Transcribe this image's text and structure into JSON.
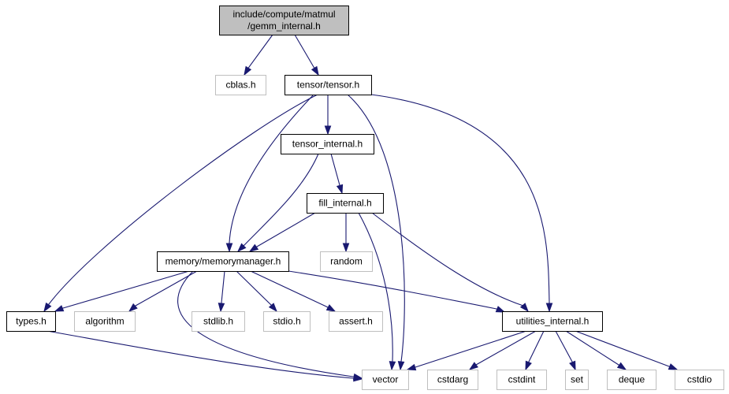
{
  "colors": {
    "edge": "#191970",
    "root_fill": "#bfbfbf",
    "root_border": "#000000",
    "internal_border": "#000000",
    "external_border": "#bfbfbf",
    "node_fill": "#ffffff"
  },
  "nodes": [
    {
      "id": "gemm",
      "kind": "root",
      "lines": [
        "include/compute/matmul",
        "/gemm_internal.h"
      ]
    },
    {
      "id": "cblas",
      "kind": "external",
      "lines": [
        "cblas.h"
      ]
    },
    {
      "id": "tensor",
      "kind": "internal",
      "lines": [
        "tensor/tensor.h"
      ]
    },
    {
      "id": "tensor_internal",
      "kind": "internal",
      "lines": [
        "tensor_internal.h"
      ]
    },
    {
      "id": "fill_internal",
      "kind": "internal",
      "lines": [
        "fill_internal.h"
      ]
    },
    {
      "id": "memorymanager",
      "kind": "internal",
      "lines": [
        "memory/memorymanager.h"
      ]
    },
    {
      "id": "random",
      "kind": "external",
      "lines": [
        "random"
      ]
    },
    {
      "id": "types",
      "kind": "internal",
      "lines": [
        "types.h"
      ]
    },
    {
      "id": "algorithm",
      "kind": "external",
      "lines": [
        "algorithm"
      ]
    },
    {
      "id": "stdlib",
      "kind": "external",
      "lines": [
        "stdlib.h"
      ]
    },
    {
      "id": "stdio",
      "kind": "external",
      "lines": [
        "stdio.h"
      ]
    },
    {
      "id": "assert",
      "kind": "external",
      "lines": [
        "assert.h"
      ]
    },
    {
      "id": "utilities_internal",
      "kind": "internal",
      "lines": [
        "utilities_internal.h"
      ]
    },
    {
      "id": "vector",
      "kind": "external",
      "lines": [
        "vector"
      ]
    },
    {
      "id": "cstdarg",
      "kind": "external",
      "lines": [
        "cstdarg"
      ]
    },
    {
      "id": "cstdint",
      "kind": "external",
      "lines": [
        "cstdint"
      ]
    },
    {
      "id": "set",
      "kind": "external",
      "lines": [
        "set"
      ]
    },
    {
      "id": "deque",
      "kind": "external",
      "lines": [
        "deque"
      ]
    },
    {
      "id": "cstdio",
      "kind": "external",
      "lines": [
        "cstdio"
      ]
    }
  ],
  "edges": [
    {
      "from": "gemm",
      "to": "cblas"
    },
    {
      "from": "gemm",
      "to": "tensor"
    },
    {
      "from": "tensor",
      "to": "tensor_internal"
    },
    {
      "from": "tensor",
      "to": "types"
    },
    {
      "from": "tensor",
      "to": "memorymanager"
    },
    {
      "from": "tensor",
      "to": "vector"
    },
    {
      "from": "tensor",
      "to": "utilities_internal"
    },
    {
      "from": "tensor_internal",
      "to": "fill_internal"
    },
    {
      "from": "tensor_internal",
      "to": "memorymanager"
    },
    {
      "from": "fill_internal",
      "to": "memorymanager"
    },
    {
      "from": "fill_internal",
      "to": "random"
    },
    {
      "from": "fill_internal",
      "to": "vector"
    },
    {
      "from": "fill_internal",
      "to": "utilities_internal"
    },
    {
      "from": "memorymanager",
      "to": "types"
    },
    {
      "from": "memorymanager",
      "to": "algorithm"
    },
    {
      "from": "memorymanager",
      "to": "stdlib"
    },
    {
      "from": "memorymanager",
      "to": "stdio"
    },
    {
      "from": "memorymanager",
      "to": "assert"
    },
    {
      "from": "memorymanager",
      "to": "utilities_internal"
    },
    {
      "from": "memorymanager",
      "to": "vector"
    },
    {
      "from": "types",
      "to": "vector"
    },
    {
      "from": "utilities_internal",
      "to": "vector"
    },
    {
      "from": "utilities_internal",
      "to": "cstdarg"
    },
    {
      "from": "utilities_internal",
      "to": "cstdint"
    },
    {
      "from": "utilities_internal",
      "to": "set"
    },
    {
      "from": "utilities_internal",
      "to": "deque"
    },
    {
      "from": "utilities_internal",
      "to": "cstdio"
    }
  ]
}
